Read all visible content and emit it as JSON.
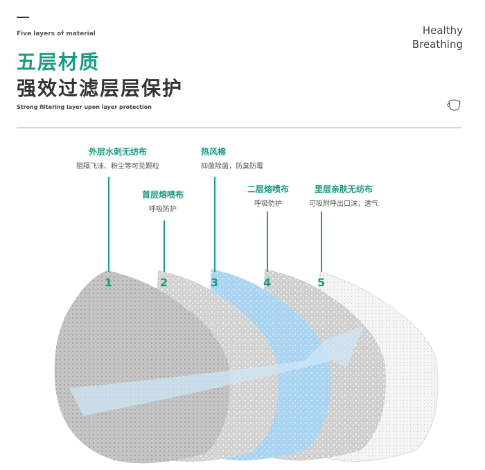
{
  "header": {
    "five_layers_en": "Five layers of material",
    "title_cn": "五层材质",
    "subtitle_cn": "强效过滤层层保护",
    "tagline_en": "Strong filtering layer upon layer protection",
    "brand_line1": "Healthy",
    "brand_line2": "Breathing"
  },
  "layers": [
    {
      "num": "1",
      "name": "外层水刺无纺布",
      "desc": "阻隔飞沫、粉尘等可见颗粒"
    },
    {
      "num": "2",
      "name": "首层熔喷布",
      "desc": "呼吸防护"
    },
    {
      "num": "3",
      "name": "热风棉",
      "desc": "抑菌除菌，防臭防霉"
    },
    {
      "num": "4",
      "name": "二层熔喷布",
      "desc": "呼吸防护"
    },
    {
      "num": "5",
      "name": "里层亲肤无纺布",
      "desc": "可吸附呼出口沫，透气"
    }
  ],
  "colors": {
    "accent": "#1a9a83",
    "layer3": "#a9d4f2",
    "arrow": "#cfe6f7"
  },
  "icons": {
    "mask": "mask-icon"
  }
}
